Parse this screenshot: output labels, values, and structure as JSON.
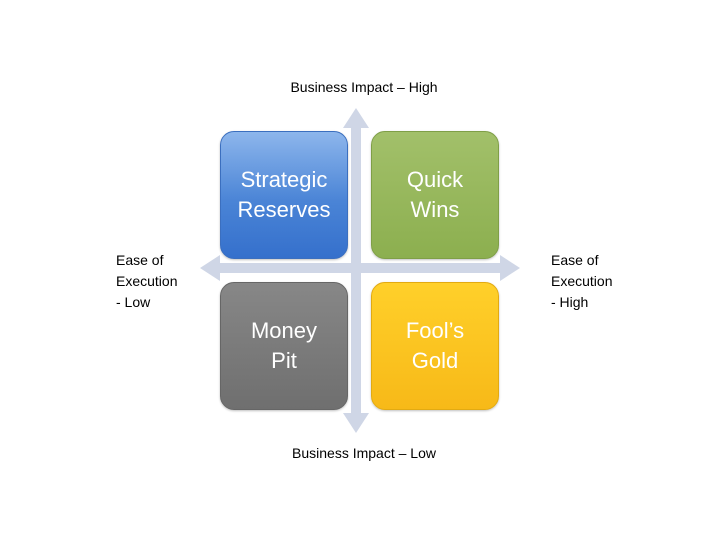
{
  "axis_labels": {
    "top": "Business Impact – High",
    "bottom": "Business Impact – Low",
    "left": "Ease of\nExecution\n- Low",
    "right": "Ease of\nExecution\n- High"
  },
  "quadrants": {
    "top_left": "Strategic\nReserves",
    "top_right": "Quick\nWins",
    "bottom_left": "Money\nPit",
    "bottom_right": "Fool’s\nGold"
  },
  "colors": {
    "axis": "#cfd6e6",
    "strategic_reserves": "#4a84d6",
    "quick_wins": "#8caf4f",
    "money_pit": "#777777",
    "fools_gold": "#fbc41f"
  }
}
